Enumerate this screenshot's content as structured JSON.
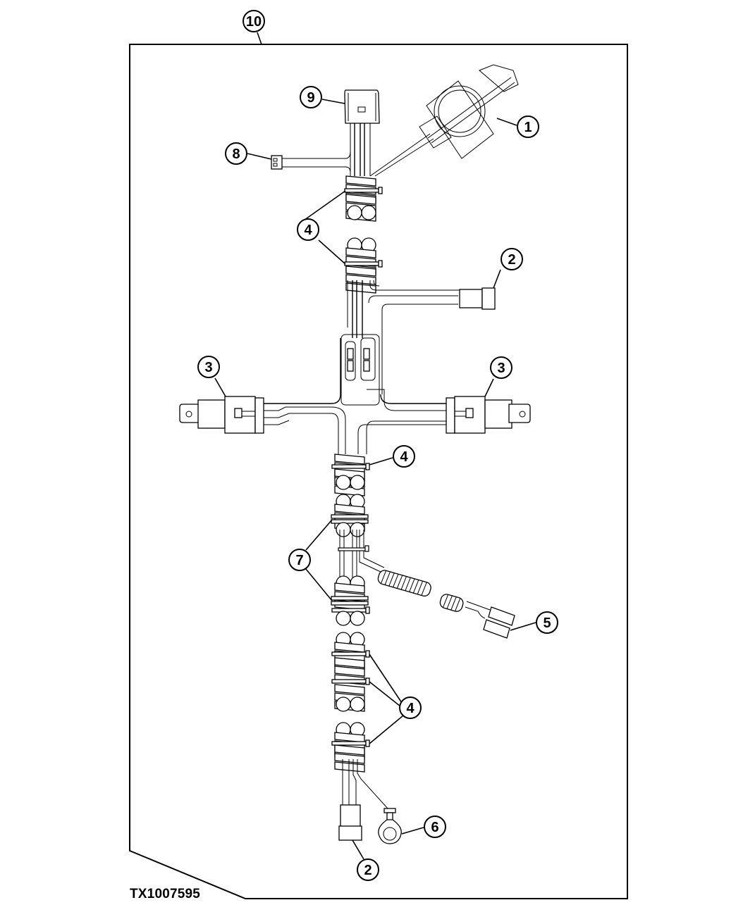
{
  "figure": {
    "id_label": "TX1007595",
    "border_color": "#000000",
    "background": "#ffffff"
  },
  "callouts": [
    {
      "key": "c10",
      "label": "10",
      "part": "harness-assembly"
    },
    {
      "key": "c9",
      "label": "9",
      "part": "multi-pin-connector"
    },
    {
      "key": "c8",
      "label": "8",
      "part": "two-pin-connector"
    },
    {
      "key": "c1",
      "label": "1",
      "part": "sensor-connector"
    },
    {
      "key": "c4a",
      "label": "4",
      "part": "cable-tie"
    },
    {
      "key": "c2a",
      "label": "2",
      "part": "connector"
    },
    {
      "key": "c3l",
      "label": "3",
      "part": "relay-connector-left"
    },
    {
      "key": "c3r",
      "label": "3",
      "part": "relay-connector-right"
    },
    {
      "key": "c4b",
      "label": "4",
      "part": "cable-tie"
    },
    {
      "key": "c7",
      "label": "7",
      "part": "split-clamp"
    },
    {
      "key": "c5",
      "label": "5",
      "part": "sensor-plug"
    },
    {
      "key": "c4c",
      "label": "4",
      "part": "cable-tie"
    },
    {
      "key": "c6",
      "label": "6",
      "part": "ring-terminal"
    },
    {
      "key": "c2b",
      "label": "2",
      "part": "connector"
    }
  ],
  "labels": {
    "c10": "10",
    "c9": "9",
    "c8": "8",
    "c1": "1",
    "c4a": "4",
    "c2a": "2",
    "c3l": "3",
    "c3r": "3",
    "c4b": "4",
    "c7": "7",
    "c5": "5",
    "c4c": "4",
    "c6": "6",
    "c2b": "2"
  }
}
